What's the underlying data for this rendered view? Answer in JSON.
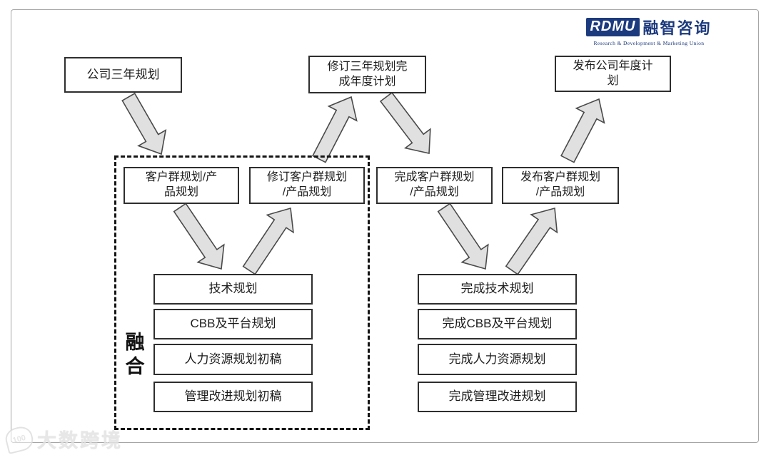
{
  "logo": {
    "abbr": "RDMU",
    "name": "融智咨询",
    "subtitle": "Research & Development & Marketing Union",
    "brand_color": "#1c3a7e"
  },
  "diagram": {
    "fusion_label": "融合",
    "colors": {
      "arrow_fill": "#e0e0e0",
      "arrow_stroke": "#4a4a4a",
      "box_border": "#2e2e2e",
      "dashed_border": "#141414"
    },
    "nodes": [
      {
        "id": "company-3yr-plan",
        "label": "公司三年规划"
      },
      {
        "id": "revise-3yr-plan",
        "label": "修订三年规划完\n成年度计划"
      },
      {
        "id": "publish-annual-plan",
        "label": "发布公司年度计\n划"
      },
      {
        "id": "cg-product-plan",
        "label": "客户群规划/产\n品规划"
      },
      {
        "id": "revise-cg-product",
        "label": "修订客户群规划\n/产品规划"
      },
      {
        "id": "complete-cg-product",
        "label": "完成客户群规划\n/产品规划"
      },
      {
        "id": "publish-cg-product",
        "label": "发布客户群规划\n/产品规划"
      },
      {
        "id": "tech-plan",
        "label": "技术规划"
      },
      {
        "id": "cbb-platform-plan",
        "label": "CBB及平台规划"
      },
      {
        "id": "hr-plan-draft",
        "label": "人力资源规划初稿"
      },
      {
        "id": "mgmt-improve-draft",
        "label": "管理改进规划初稿"
      },
      {
        "id": "complete-tech-plan",
        "label": "完成技术规划"
      },
      {
        "id": "complete-cbb-platform",
        "label": "完成CBB及平台规划"
      },
      {
        "id": "complete-hr-plan",
        "label": "完成人力资源规划"
      },
      {
        "id": "complete-mgmt-improve",
        "label": "完成管理改进规划"
      }
    ],
    "edges": [
      {
        "from": "company-3yr-plan",
        "to": "cg-product-plan"
      },
      {
        "from": "cg-product-plan",
        "to": "tech-plan"
      },
      {
        "from": "tech-plan",
        "to": "revise-cg-product"
      },
      {
        "from": "revise-cg-product",
        "to": "revise-3yr-plan"
      },
      {
        "from": "revise-3yr-plan",
        "to": "complete-cg-product"
      },
      {
        "from": "complete-cg-product",
        "to": "complete-tech-plan"
      },
      {
        "from": "complete-tech-plan",
        "to": "publish-cg-product"
      },
      {
        "from": "publish-cg-product",
        "to": "publish-annual-plan"
      }
    ]
  },
  "watermark": {
    "text": "大数跨境",
    "icon_text": "100"
  }
}
